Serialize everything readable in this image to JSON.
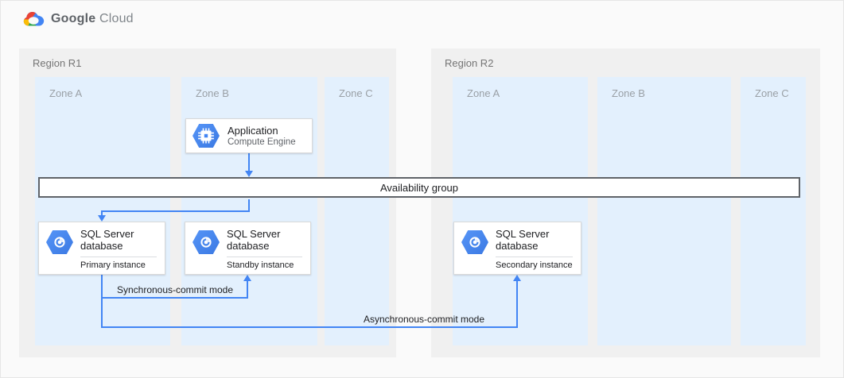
{
  "brand": {
    "google": "Google",
    "cloud": "Cloud"
  },
  "colors": {
    "accent_blue": "#4285f4",
    "region_fill": "#f0f0f0",
    "zone_fill": "#e3f0fd",
    "bar_border": "#5f6368",
    "google_red": "#EA4335",
    "google_yellow": "#FBBC05",
    "google_green": "#34A853",
    "google_blue": "#4285F4"
  },
  "regions": [
    {
      "label": "Region R1",
      "zones": [
        {
          "label": "Zone A"
        },
        {
          "label": "Zone B"
        },
        {
          "label": "Zone C"
        }
      ]
    },
    {
      "label": "Region R2",
      "zones": [
        {
          "label": "Zone A"
        },
        {
          "label": "Zone B"
        },
        {
          "label": "Zone C"
        }
      ]
    }
  ],
  "nodes": {
    "application": {
      "title": "Application",
      "subtitle": "Compute Engine",
      "icon": "compute-engine-icon"
    },
    "availability_group": {
      "label": "Availability group"
    },
    "sql_primary": {
      "title": "SQL Server database",
      "subtitle": "Primary instance",
      "icon": "sql-server-hexagon-icon"
    },
    "sql_standby": {
      "title": "SQL Server database",
      "subtitle": "Standby instance",
      "icon": "sql-server-hexagon-icon"
    },
    "sql_secondary": {
      "title": "SQL Server database",
      "subtitle": "Secondary instance",
      "icon": "sql-server-hexagon-icon"
    }
  },
  "edges": {
    "sync": {
      "label": "Synchronous-commit mode"
    },
    "async": {
      "label": "Asynchronous-commit mode"
    }
  }
}
